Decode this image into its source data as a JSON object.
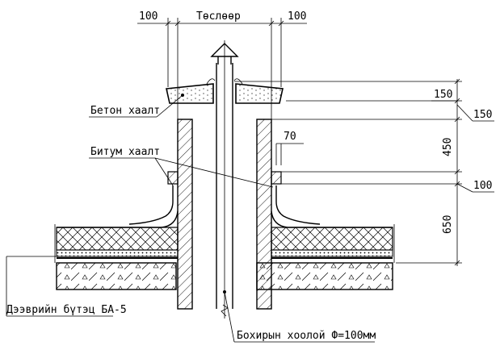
{
  "drawing": {
    "title": "Тɵслɵɵр",
    "dimensions": {
      "top_left": "100",
      "top_right": "100",
      "d150_a": "150",
      "d150_b": "150",
      "d70": "70",
      "d450": "450",
      "d100": "100",
      "d650": "650"
    },
    "labels": {
      "concrete_cap": "Бетон хаалт",
      "bitumen_cap": "Битум хаалт",
      "roof_slab": "Дээврийн бүтэц БА-5",
      "pipe": "Бохирын хоолой Ф=100мм"
    }
  }
}
